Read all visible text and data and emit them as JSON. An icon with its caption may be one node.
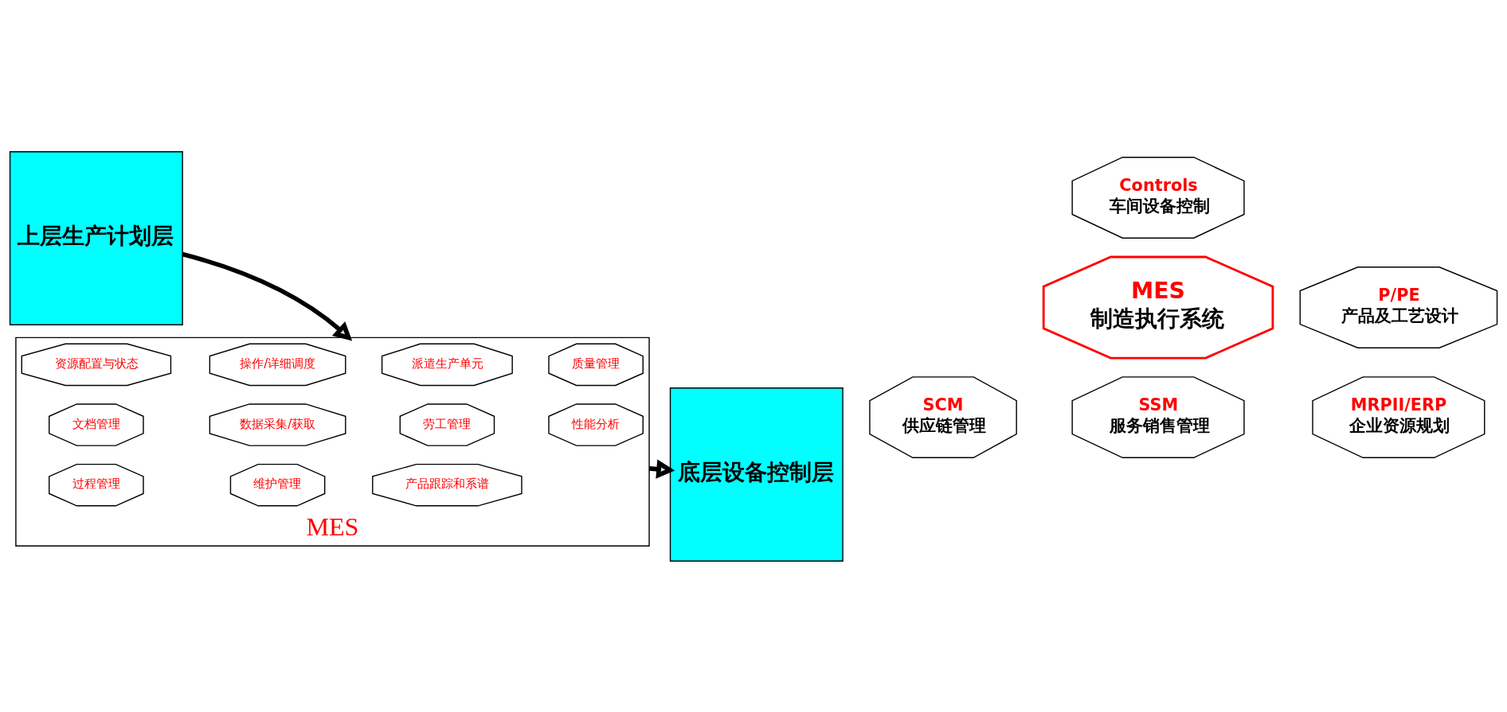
{
  "diagram": {
    "nodes": [
      {
        "text": [
          "上层生产计划层"
        ]
      },
      {
        "text": [
          "MES"
        ]
      },
      {
        "text": [
          "资源配置与状态"
        ],
        "in": 1
      },
      {
        "text": [
          "操作/详细调度"
        ],
        "in": 1
      },
      {
        "text": [
          "派遣生产单元"
        ],
        "in": 1
      },
      {
        "text": [
          "文档管理"
        ],
        "in": 1
      },
      {
        "text": [
          "数据采集/获取"
        ],
        "in": 1
      },
      {
        "text": [
          "劳工管理"
        ],
        "in": 1
      },
      {
        "text": [
          "质量管理"
        ],
        "in": 1
      },
      {
        "text": [
          "过程管理"
        ],
        "in": 1
      },
      {
        "text": [
          "维护管理"
        ],
        "in": 1
      },
      {
        "text": [
          "产品跟踪和系谱"
        ],
        "in": 1
      },
      {
        "text": [
          "性能分析"
        ],
        "in": 1
      },
      {
        "text": [
          "底层设备控制层"
        ]
      },
      {
        "text": [
          "SSM",
          "服务销售管理"
        ]
      },
      {
        "text": [
          "SCM",
          "供应链管理"
        ]
      },
      {
        "text": [
          "MRPII/ERP",
          "企业资源规划"
        ]
      },
      {
        "text": [
          "MES",
          "制造执行系统"
        ]
      },
      {
        "text": [
          "P/PE",
          "产品及工艺设计"
        ]
      },
      {
        "text": [
          "Controls",
          "车间设备控制"
        ]
      }
    ],
    "edges": [
      {
        "from": 0,
        "to": 1,
        "arrow": "to"
      },
      {
        "from": 1,
        "to": 13,
        "arrow": "to"
      }
    ]
  }
}
